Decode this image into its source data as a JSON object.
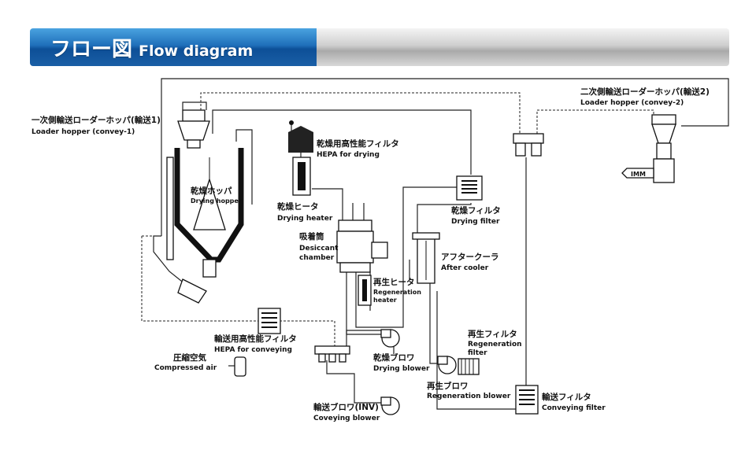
{
  "header": {
    "title_ja": "フロー図",
    "title_en": "Flow diagram"
  },
  "labels": {
    "loader1_ja": "一次側輸送ローダーホッパ(輸送1)",
    "loader1_en": "Loader hopper (convey-1)",
    "loader2_ja": "二次側輸送ローダーホッパ(輸送2)",
    "loader2_en": "Loader hopper (convey-2)",
    "hepa_drying_ja": "乾燥用高性能フィルタ",
    "hepa_drying_en": "HEPA for drying",
    "drying_hopper_ja": "乾燥ホッパ",
    "drying_hopper_en": "Drying hopper",
    "drying_heater_ja": "乾燥ヒータ",
    "drying_heater_en": "Drying heater",
    "drying_filter_ja": "乾燥フィルタ",
    "drying_filter_en": "Drying filter",
    "desiccant_ja": "吸着筒",
    "desiccant_en1": "Desiccant",
    "desiccant_en2": "chamber",
    "after_cooler_ja": "アフタークーラ",
    "after_cooler_en": "After cooler",
    "regen_heater_ja": "再生ヒータ",
    "regen_heater_en1": "Regeneration",
    "regen_heater_en2": "heater",
    "hepa_conv_ja": "輸送用高性能フィルタ",
    "hepa_conv_en": "HEPA for conveying",
    "compressed_ja": "圧縮空気",
    "compressed_en": "Compressed air",
    "drying_blower_ja": "乾燥ブロワ",
    "drying_blower_en": "Drying blower",
    "regen_filter_ja": "再生フィルタ",
    "regen_filter_en1": "Regeneration",
    "regen_filter_en2": "filter",
    "regen_blower_ja": "再生ブロワ",
    "regen_blower_en": "Regeneration blower",
    "conv_blower_ja": "輸送ブロワ(INV)",
    "conv_blower_en": "Coveying blower",
    "conv_filter_ja": "輸送フィルタ",
    "conv_filter_en": "Conveying filter",
    "imm": "IMM"
  }
}
